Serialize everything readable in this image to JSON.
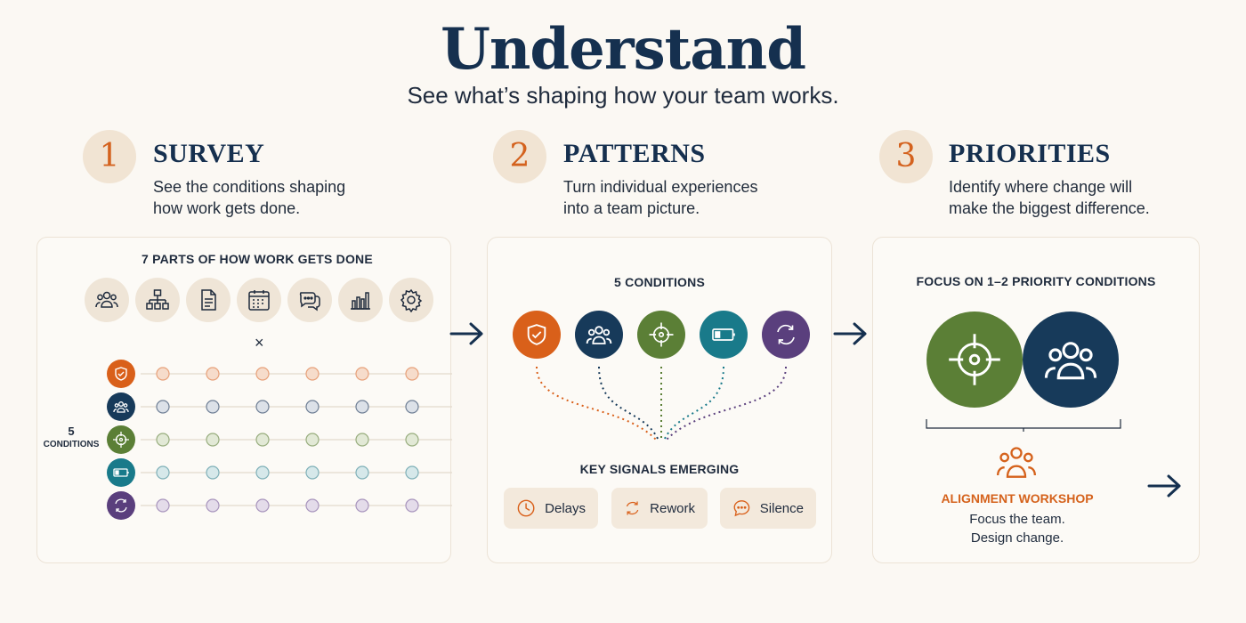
{
  "header": {
    "title": "Understand",
    "subtitle": "See what’s shaping how your team works."
  },
  "steps": [
    {
      "number": "1",
      "title": "SURVEY",
      "desc_line1": "See the conditions shaping",
      "desc_line2": "how work gets done."
    },
    {
      "number": "2",
      "title": "PATTERNS",
      "desc_line1": "Turn individual experiences",
      "desc_line2": "into a team picture."
    },
    {
      "number": "3",
      "title": "PRIORITIES",
      "desc_line1": "Identify where change will",
      "desc_line2": "make the biggest difference."
    }
  ],
  "survey": {
    "label": "7 PARTS OF HOW WORK GETS DONE",
    "categories": [
      "people-icon",
      "org-chart-icon",
      "document-icon",
      "calendar-icon",
      "chat-icon",
      "bar-chart-icon",
      "gear-icon"
    ],
    "times": "×",
    "conditions_count": "5",
    "conditions_label": "CONDITIONS"
  },
  "patterns": {
    "label": "5 CONDITIONS",
    "signals_label": "KEY SIGNALS EMERGING",
    "signals": [
      {
        "icon": "clock-icon",
        "label": "Delays"
      },
      {
        "icon": "rework-icon",
        "label": "Rework"
      },
      {
        "icon": "speech-icon",
        "label": "Silence"
      }
    ]
  },
  "priorities": {
    "label": "FOCUS ON 1–2 PRIORITY CONDITIONS",
    "workshop_title": "ALIGNMENT WORKSHOP",
    "workshop_line1": "Focus the team.",
    "workshop_line2": "Design change."
  },
  "conditions": [
    {
      "icon": "shield-icon",
      "color": "#d9601a",
      "dot_fill": "#f6dccb",
      "dot_stroke": "#e7a17a"
    },
    {
      "icon": "team-icon",
      "color": "#173a5a",
      "dot_fill": "#dce1e8",
      "dot_stroke": "#6f7f95"
    },
    {
      "icon": "target-icon",
      "color": "#5b7f36",
      "dot_fill": "#e2e9d6",
      "dot_stroke": "#98ad7e"
    },
    {
      "icon": "battery-icon",
      "color": "#197a8a",
      "dot_fill": "#d6e8ea",
      "dot_stroke": "#7fb0b8"
    },
    {
      "icon": "cycle-icon",
      "color": "#5a3f7d",
      "dot_fill": "#e4dcea",
      "dot_stroke": "#a895bd"
    }
  ],
  "colors": {
    "accent_orange": "#d4621e",
    "navy": "#15304f",
    "background": "#fbf8f3"
  }
}
